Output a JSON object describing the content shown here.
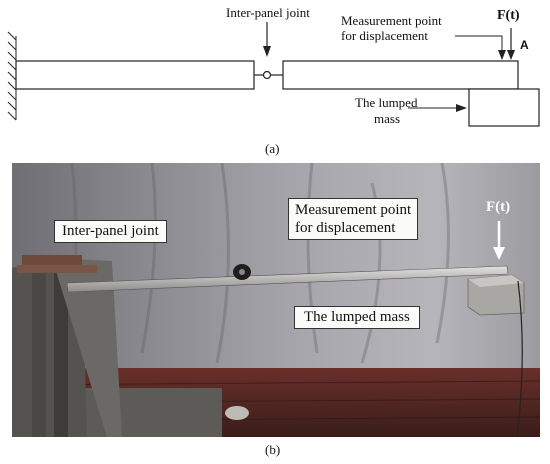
{
  "figure_a": {
    "joint_label": "Inter-panel joint",
    "measurement_label_line1": "Measurement point",
    "measurement_label_line2": "for displacement",
    "force_label": "F(t)",
    "point_label": "A",
    "mass_label_line1": "The lumped",
    "mass_label_line2": "mass",
    "caption": "(a)"
  },
  "figure_b": {
    "joint_label": "Inter-panel joint",
    "measurement_label_line1": "Measurement point",
    "measurement_label_line2": "for displacement",
    "force_label": "F(t)",
    "mass_label": "The lumped mass",
    "caption": "(b)"
  }
}
